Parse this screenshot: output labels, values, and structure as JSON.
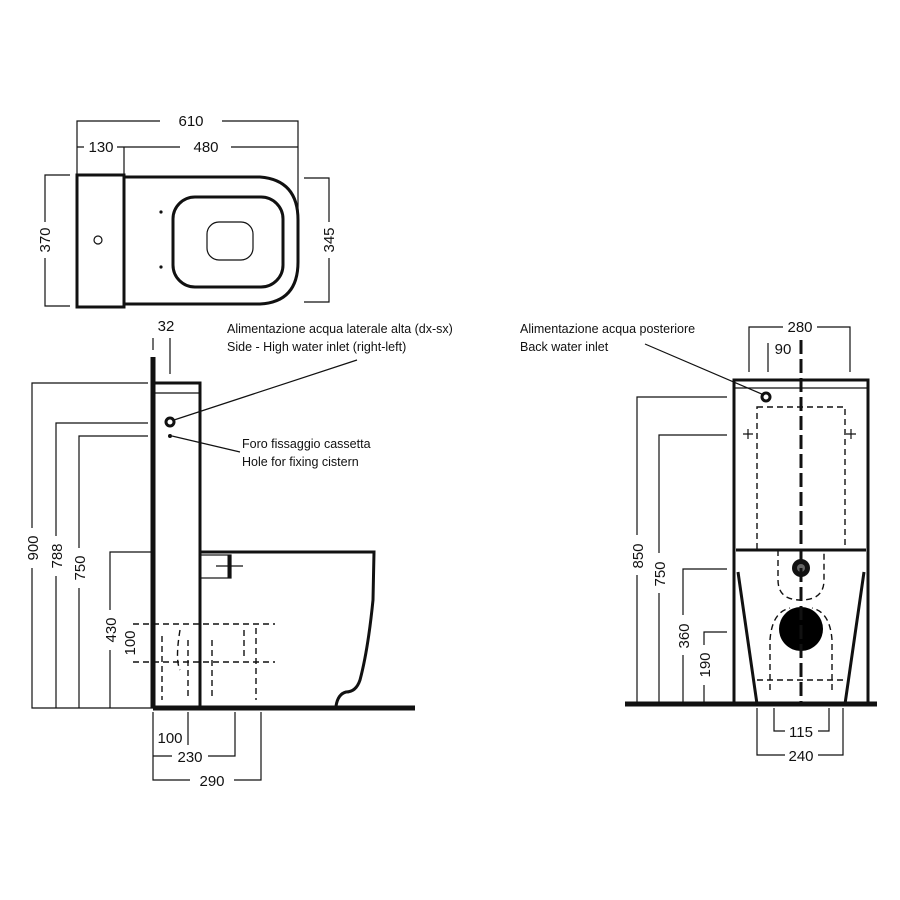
{
  "top_view": {
    "dims": {
      "overall_length": "610",
      "cistern_depth": "130",
      "bowl_length": "480",
      "cistern_width": "370",
      "bowl_width": "345"
    }
  },
  "side_view": {
    "dims": {
      "wall_gap": "32",
      "height_total": "900",
      "height_788": "788",
      "height_750": "750",
      "height_430": "430",
      "height_100": "100",
      "base_100": "100",
      "base_230": "230",
      "base_290": "290"
    },
    "notes": {
      "side_inlet_it": "Alimentazione acqua laterale alta (dx-sx)",
      "side_inlet_en": "Side - High water inlet (right-left)",
      "fixing_hole_it": "Foro fissaggio cassetta",
      "fixing_hole_en": "Hole for fixing cistern"
    }
  },
  "front_view": {
    "dims": {
      "width_280": "280",
      "offset_90": "90",
      "height_850": "850",
      "height_750": "750",
      "height_360": "360",
      "height_190": "190",
      "base_115": "115",
      "base_240": "240"
    },
    "notes": {
      "back_inlet_it": "Alimentazione acqua posteriore",
      "back_inlet_en": "Back water inlet"
    }
  }
}
